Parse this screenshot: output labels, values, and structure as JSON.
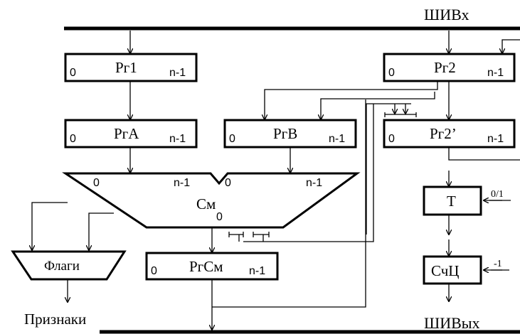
{
  "buses": {
    "input_bus": "ШИВх",
    "output_bus": "ШИВых"
  },
  "registers": {
    "rg1": {
      "name": "Рг1",
      "low_bit": "0",
      "high_bit": "n-1"
    },
    "rg2": {
      "name": "Рг2",
      "low_bit": "0",
      "high_bit": "n-1"
    },
    "rga": {
      "name": "РгА",
      "low_bit": "0",
      "high_bit": "n-1"
    },
    "rgb": {
      "name": "РгВ",
      "low_bit": "0",
      "high_bit": "n-1"
    },
    "rg2p": {
      "name": "Рг2’",
      "low_bit": "0",
      "high_bit": "n-1"
    },
    "rgsm": {
      "name": "РгСм",
      "low_bit": "0",
      "high_bit": "n-1"
    }
  },
  "adder": {
    "name": "См",
    "left_low_bit": "0",
    "left_high_bit": "n-1",
    "right_low_bit": "0",
    "right_high_bit": "n-1",
    "output_bit": "0"
  },
  "trigger": {
    "name": "Т",
    "input_label": "0/1"
  },
  "counter": {
    "name": "СчЦ",
    "input_label": "-1"
  },
  "flags": {
    "name": "Флаги",
    "output_label": "Признаки"
  }
}
